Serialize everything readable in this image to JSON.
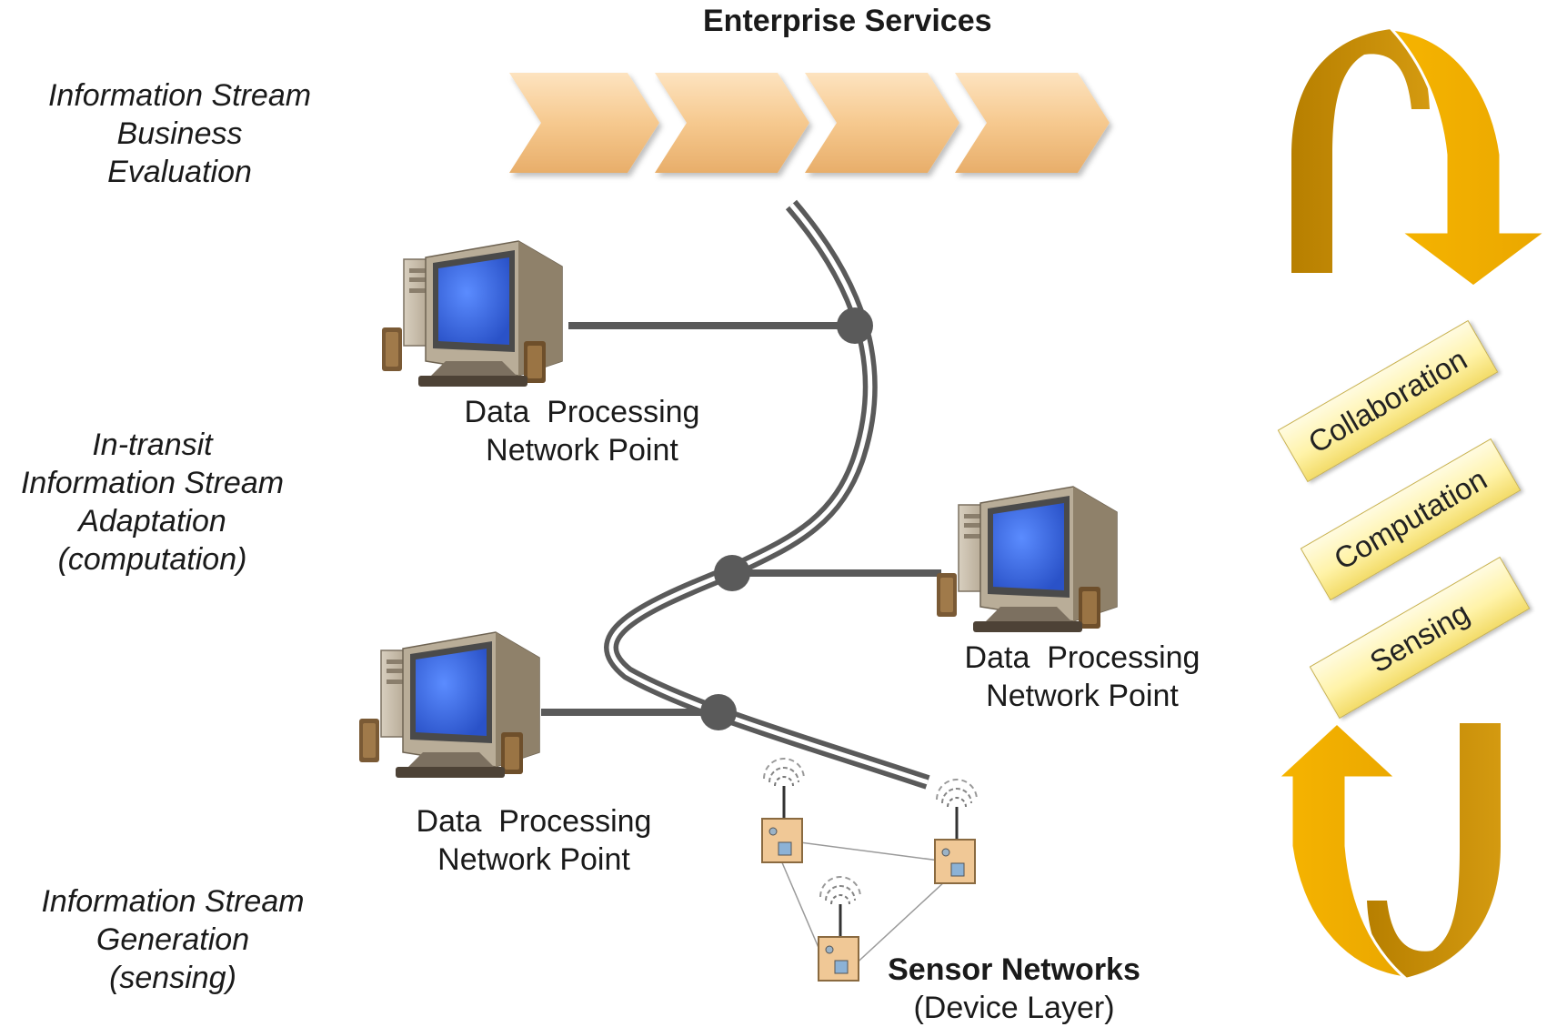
{
  "header": {
    "title": "Enterprise Services"
  },
  "left_labels": {
    "business": [
      "Information Stream",
      "Business",
      "Evaluation"
    ],
    "transit": [
      "In-transit",
      "Information Stream",
      "Adaptation",
      "(computation)"
    ],
    "generation": [
      "Information Stream",
      "Generation",
      "(sensing)"
    ]
  },
  "nodes": [
    {
      "line1": "Data  Processing",
      "line2": "Network Point"
    },
    {
      "line1": "Data  Processing",
      "line2": "Network Point"
    },
    {
      "line1": "Data  Processing",
      "line2": "Network Point"
    }
  ],
  "sensor_network": {
    "title": "Sensor Networks",
    "subtitle": "(Device Layer)"
  },
  "cycle_tags": [
    "Collaboration",
    "Computation",
    "Sensing"
  ],
  "colors": {
    "chevron": "#f2c48a",
    "arrow_dark": "#c88f00",
    "arrow_light": "#f1ae00",
    "stream": "#5a5a5a",
    "monitor_screen": "#3d6fe0",
    "sensor_box": "#f0c896"
  }
}
